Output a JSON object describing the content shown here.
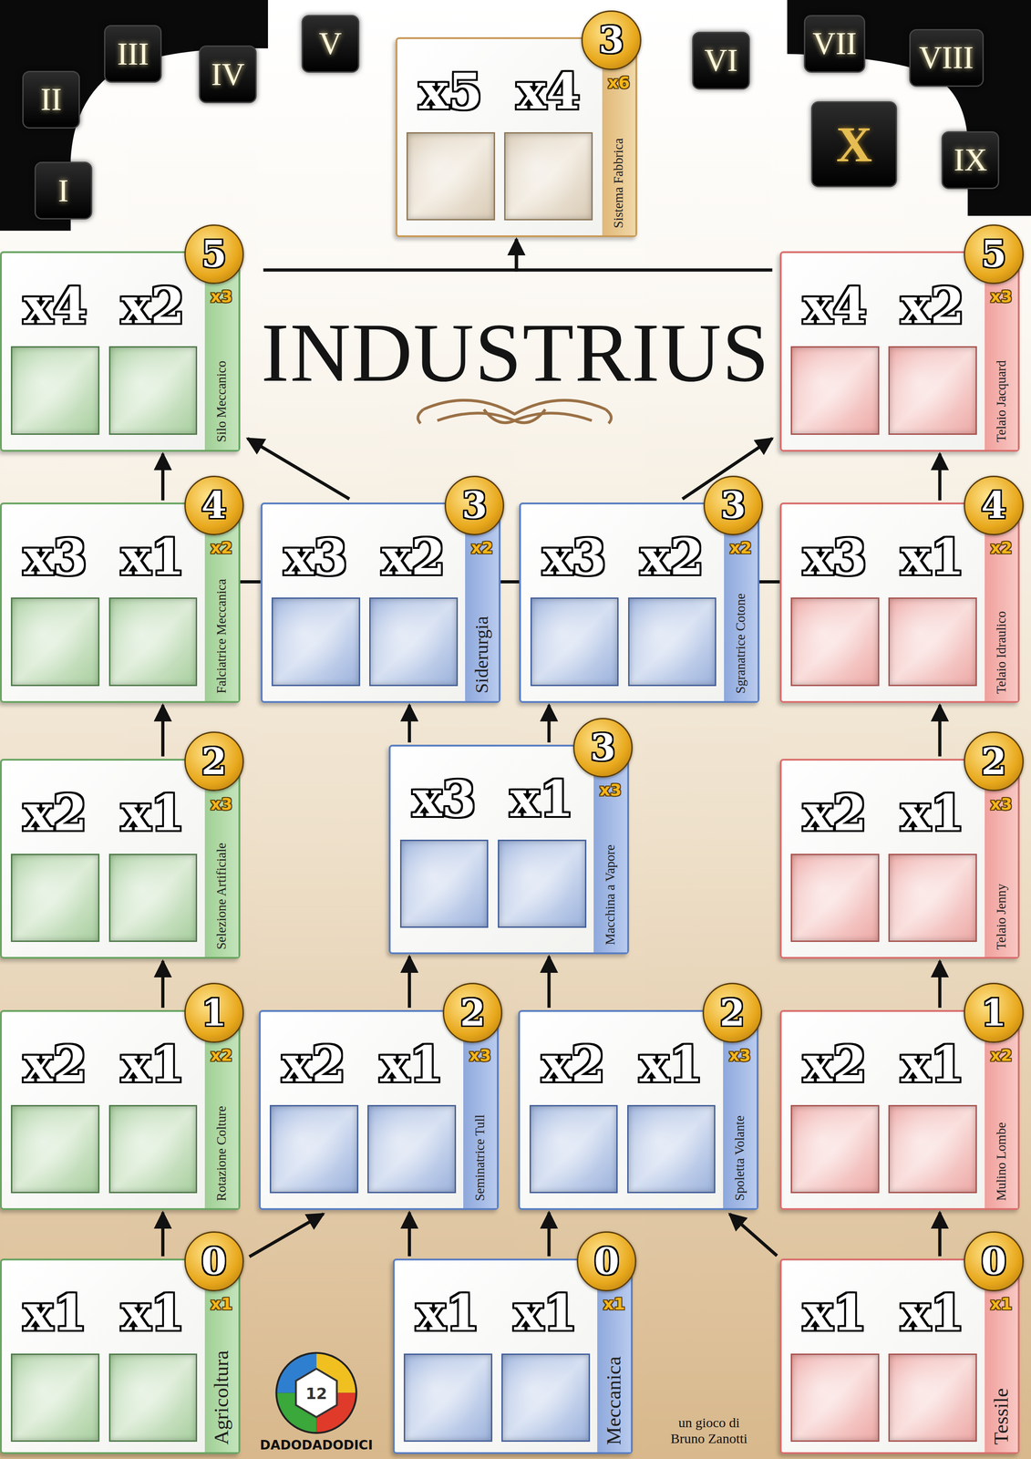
{
  "diagram": {
    "title": "INDUSTRIUS",
    "nodes": [
      {
        "text": [
          "I"
        ]
      },
      {
        "text": [
          "II"
        ]
      },
      {
        "text": [
          "III"
        ]
      },
      {
        "text": [
          "IV"
        ]
      },
      {
        "text": [
          "V"
        ]
      },
      {
        "text": [
          "VI"
        ]
      },
      {
        "text": [
          "VII"
        ]
      },
      {
        "text": [
          "VIII"
        ]
      },
      {
        "text": [
          "IX"
        ]
      },
      {
        "text": [
          "X"
        ]
      },
      {
        "text": [
          "3",
          "x5",
          "x4",
          "x6",
          "Sistema Fabbrica"
        ]
      },
      {
        "text": [
          "5",
          "x4",
          "x2",
          "x3",
          "Silo Meccanico"
        ]
      },
      {
        "text": [
          "5",
          "x4",
          "x2",
          "x3",
          "Telaio Jacquard"
        ]
      },
      {
        "text": [
          "4",
          "x3",
          "x1",
          "x2",
          "Falciatrice Meccanica"
        ]
      },
      {
        "text": [
          "3",
          "x3",
          "x2",
          "x2",
          "Siderurgia"
        ]
      },
      {
        "text": [
          "3",
          "x3",
          "x2",
          "x2",
          "Sgranatrice Cotone"
        ]
      },
      {
        "text": [
          "4",
          "x3",
          "x1",
          "x2",
          "Telaio Idraulico"
        ]
      },
      {
        "text": [
          "2",
          "x2",
          "x1",
          "x3",
          "Selezione Artificiale"
        ]
      },
      {
        "text": [
          "3",
          "x3",
          "x1",
          "x3",
          "Macchina a Vapore"
        ]
      },
      {
        "text": [
          "2",
          "x2",
          "x1",
          "x3",
          "Telaio Jenny"
        ]
      },
      {
        "text": [
          "1",
          "x2",
          "x1",
          "x2",
          "Rotazione Colture"
        ]
      },
      {
        "text": [
          "2",
          "x2",
          "x1",
          "x3",
          "Seminatrice Tull"
        ]
      },
      {
        "text": [
          "2",
          "x2",
          "x1",
          "x3",
          "Spoletta Volante"
        ]
      },
      {
        "text": [
          "1",
          "x2",
          "x1",
          "x2",
          "Mulino Lombe"
        ]
      },
      {
        "text": [
          "0",
          "x1",
          "x1",
          "x1",
          "Agricoltura"
        ]
      },
      {
        "text": [
          "0",
          "x1",
          "x1",
          "x1",
          "Meccanica"
        ]
      },
      {
        "text": [
          "0",
          "x1",
          "x1",
          "x1",
          "Tessile"
        ]
      }
    ],
    "edges": [
      {
        "from": 24,
        "to": 20,
        "arrow": "to"
      },
      {
        "from": 24,
        "to": 21,
        "arrow": "to"
      },
      {
        "from": 25,
        "to": 21,
        "arrow": "to"
      },
      {
        "from": 25,
        "to": 22,
        "arrow": "to"
      },
      {
        "from": 26,
        "to": 22,
        "arrow": "to"
      },
      {
        "from": 26,
        "to": 23,
        "arrow": "to"
      },
      {
        "from": 20,
        "to": 17,
        "arrow": "to"
      },
      {
        "from": 17,
        "to": 13,
        "arrow": "to"
      },
      {
        "from": 13,
        "to": 11,
        "arrow": "to"
      },
      {
        "from": 21,
        "to": 18,
        "arrow": "to"
      },
      {
        "from": 22,
        "to": 18,
        "arrow": "to"
      },
      {
        "from": 18,
        "to": 14,
        "arrow": "to"
      },
      {
        "from": 18,
        "to": 15,
        "arrow": "to"
      },
      {
        "from": 14,
        "to": 11,
        "arrow": "to"
      },
      {
        "from": 15,
        "to": 12,
        "arrow": "to"
      },
      {
        "from": 23,
        "to": 19,
        "arrow": "to"
      },
      {
        "from": 19,
        "to": 16,
        "arrow": "to"
      },
      {
        "from": 16,
        "to": 12,
        "arrow": "to"
      },
      {
        "from": 11,
        "to": 10,
        "arrow": "to"
      },
      {
        "from": 12,
        "to": 10,
        "arrow": "to"
      },
      {
        "from": 13,
        "to": 14,
        "arrow": "none"
      },
      {
        "from": 14,
        "to": 15,
        "arrow": "none"
      },
      {
        "from": 15,
        "to": 16,
        "arrow": "none"
      }
    ],
    "labels": [
      "12",
      "DADODADODICI",
      "un gioco di Bruno Zanotti"
    ]
  }
}
